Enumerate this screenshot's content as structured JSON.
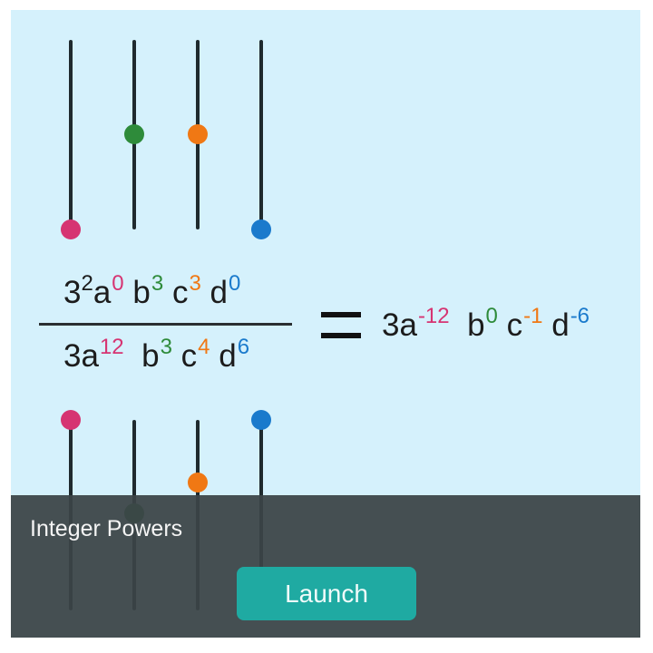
{
  "card": {
    "title": "Integer Powers",
    "launch_label": "Launch"
  },
  "colors": {
    "a": "#d63472",
    "b": "#2e8b3a",
    "c": "#f07814",
    "d": "#1a7acc",
    "background": "#d5f1fc",
    "overlay": "#3c4447",
    "button": "#1faaa2"
  },
  "sliders": {
    "numerator": [
      {
        "variable": "a",
        "exponent": "0",
        "color": "#d63472"
      },
      {
        "variable": "b",
        "exponent": "3",
        "color": "#2e8b3a"
      },
      {
        "variable": "c",
        "exponent": "3",
        "color": "#f07814"
      },
      {
        "variable": "d",
        "exponent": "0",
        "color": "#1a7acc"
      }
    ],
    "denominator": [
      {
        "variable": "a",
        "exponent": "12",
        "color": "#d63472"
      },
      {
        "variable": "b",
        "exponent": "3",
        "color": "#2e8b3a"
      },
      {
        "variable": "c",
        "exponent": "4",
        "color": "#f07814"
      },
      {
        "variable": "d",
        "exponent": "6",
        "color": "#1a7acc"
      }
    ]
  },
  "equation": {
    "numerator": {
      "coef": "3",
      "coef_exp": "2",
      "a": "a",
      "a_exp": "0",
      "b": "b",
      "b_exp": "3",
      "c": "c",
      "c_exp": "3",
      "d": "d",
      "d_exp": "0"
    },
    "denominator": {
      "coef": "3",
      "a": "a",
      "a_exp": "12",
      "b": "b",
      "b_exp": "3",
      "c": "c",
      "c_exp": "4",
      "d": "d",
      "d_exp": "6"
    },
    "result": {
      "coef": "3",
      "a": "a",
      "a_exp": "-12",
      "b": "b",
      "b_exp": "0",
      "c": "c",
      "c_exp": "-1",
      "d": "d",
      "d_exp": "-6"
    }
  }
}
